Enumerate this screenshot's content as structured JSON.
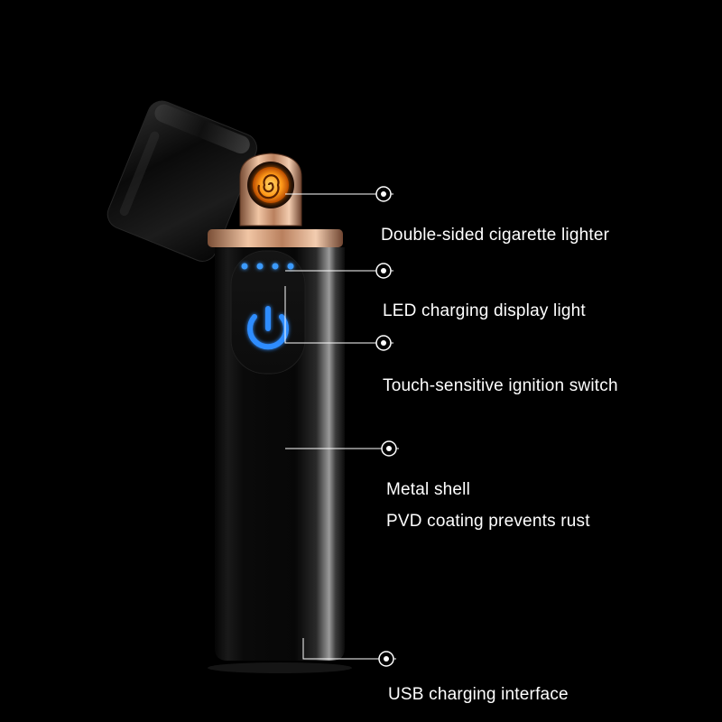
{
  "callouts": [
    {
      "id": "coil",
      "label": "Double-sided cigarette lighter"
    },
    {
      "id": "led",
      "label": "LED charging display light"
    },
    {
      "id": "switch",
      "label": "Touch-sensitive ignition switch"
    },
    {
      "id": "shell",
      "label": "Metal shell",
      "sublabel": "PVD coating prevents rust"
    },
    {
      "id": "usb",
      "label": "USB charging interface"
    }
  ],
  "colors": {
    "background": "#000000",
    "led": "#2f8dff",
    "coil": "#ff9a1a",
    "collar": "#d8a27c",
    "callout_line": "#ffffff"
  },
  "led_dots_count": 4,
  "icons": [
    "power-icon",
    "heating-coil-icon",
    "callout-target-icon"
  ]
}
